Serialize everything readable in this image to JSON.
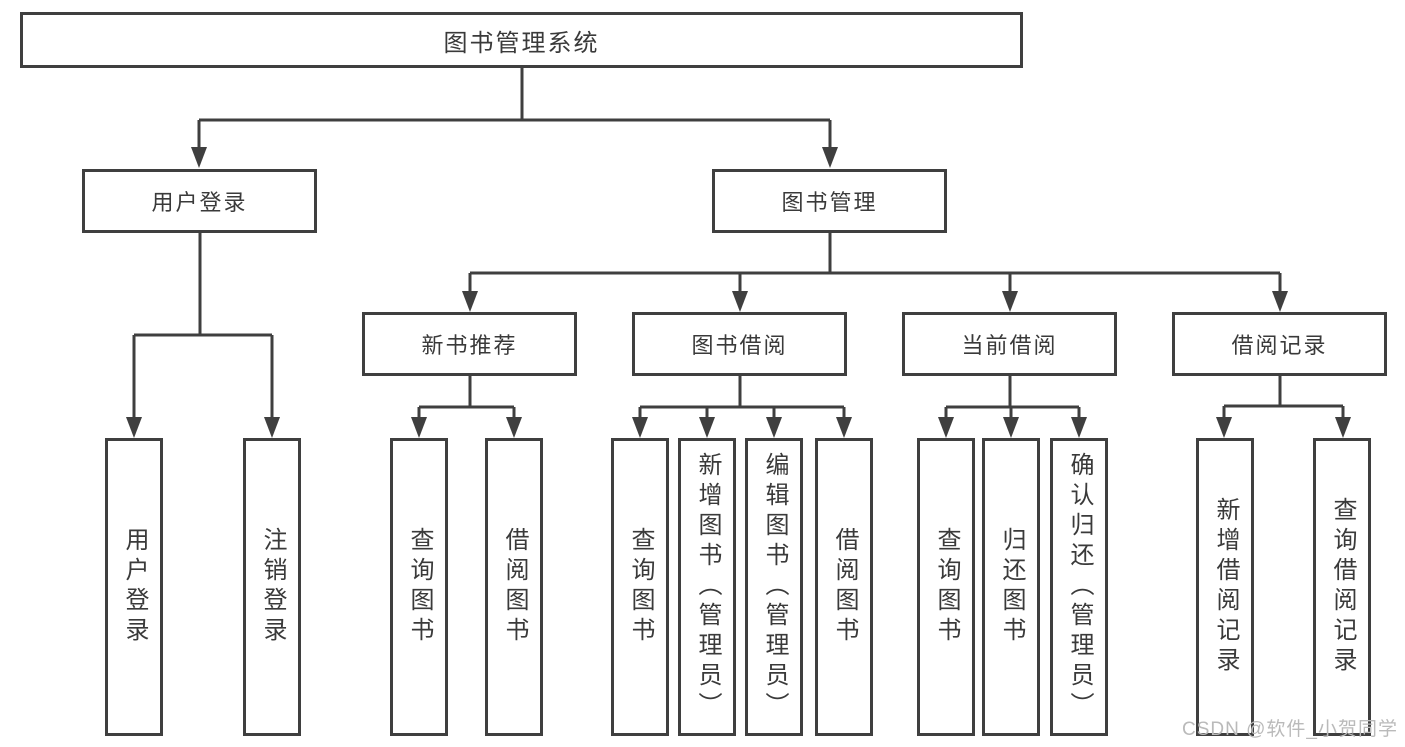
{
  "diagram_title": "图书管理系统",
  "tree": {
    "label": "图书管理系统",
    "children": [
      {
        "label": "用户登录",
        "children": [
          {
            "label": "用户登录"
          },
          {
            "label": "注销登录"
          }
        ]
      },
      {
        "label": "图书管理",
        "children": [
          {
            "label": "新书推荐",
            "children": [
              {
                "label": "查询图书"
              },
              {
                "label": "借阅图书"
              }
            ]
          },
          {
            "label": "图书借阅",
            "children": [
              {
                "label": "查询图书"
              },
              {
                "label": "新增图书（管理员）"
              },
              {
                "label": "编辑图书（管理员）"
              },
              {
                "label": "借阅图书"
              }
            ]
          },
          {
            "label": "当前借阅",
            "children": [
              {
                "label": "查询图书"
              },
              {
                "label": "归还图书"
              },
              {
                "label": "确认归还（管理员）"
              }
            ]
          },
          {
            "label": "借阅记录",
            "children": [
              {
                "label": "新增借阅记录"
              },
              {
                "label": "查询借阅记录"
              }
            ]
          }
        ]
      }
    ]
  },
  "watermark": "CSDN @软件_小贺同学",
  "colors": {
    "line": "#3f3f3f",
    "box_border": "#3f3f3f",
    "text": "#3a3a3a",
    "watermark": "#bababa",
    "background": "#ffffff"
  }
}
